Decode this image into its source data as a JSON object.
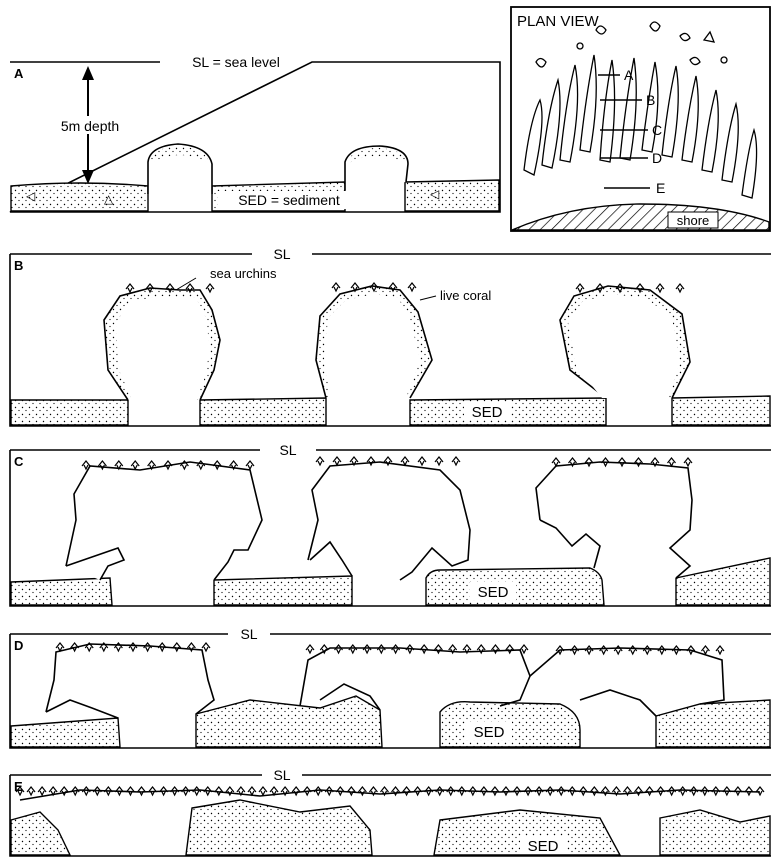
{
  "panels": {
    "a": {
      "letter": "A",
      "sl_label": "SL = sea level",
      "depth_label": "5m depth",
      "sed_label": "SED = sediment"
    },
    "b": {
      "letter": "B",
      "sl_label": "SL",
      "urchins_label": "sea urchins",
      "coral_label": "live coral",
      "sed_label": "SED"
    },
    "c": {
      "letter": "C",
      "sl_label": "SL",
      "sed_label": "SED"
    },
    "d": {
      "letter": "D",
      "sl_label": "SL",
      "sed_label": "SED"
    },
    "e": {
      "letter": "E",
      "sl_label": "SL",
      "sed_label": "SED"
    }
  },
  "plan_view": {
    "title": "PLAN VIEW",
    "lines": [
      "A",
      "B",
      "C",
      "D",
      "E"
    ],
    "shore_label": "shore"
  }
}
